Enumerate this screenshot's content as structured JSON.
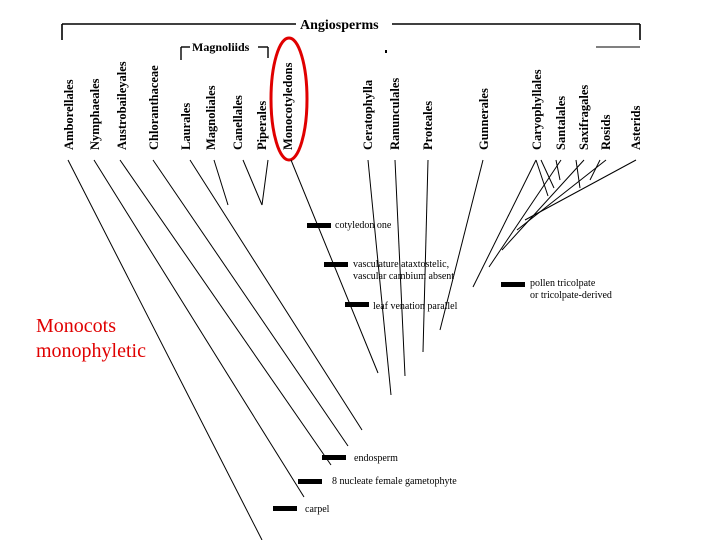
{
  "header": {
    "angiosperms": "Angiosperms",
    "magnoliids": "Magnoliids"
  },
  "taxa": [
    "Amborellales",
    "Nymphaeales",
    "Austrobaileyales",
    "Chloranthaceae",
    "Laurales",
    "Magnoliales",
    "Canellales",
    "Piperales",
    "Monocotyledons",
    "Ceratophylla",
    "Ranunculales",
    "Proteales",
    "Gunnerales",
    "Caryophyllales",
    "Santalales",
    "Saxifragales",
    "Rosids",
    "Asterids"
  ],
  "traits": {
    "cotyledon": "cotyledon one",
    "vasc1": "vasculature ataxtostelic,",
    "vasc2": "vascular cambium absent",
    "leaf": "leaf venation parallel",
    "pollen1": "pollen tricolpate",
    "pollen2": "or tricolpate-derived",
    "endosperm": "endosperm",
    "nucleate": "8 nucleate female gametophyte",
    "carpel": "carpel"
  },
  "note": {
    "line1": "Monocots",
    "line2": "monophyletic"
  },
  "colors": {
    "highlight": "#e00000",
    "line": "#000000"
  }
}
